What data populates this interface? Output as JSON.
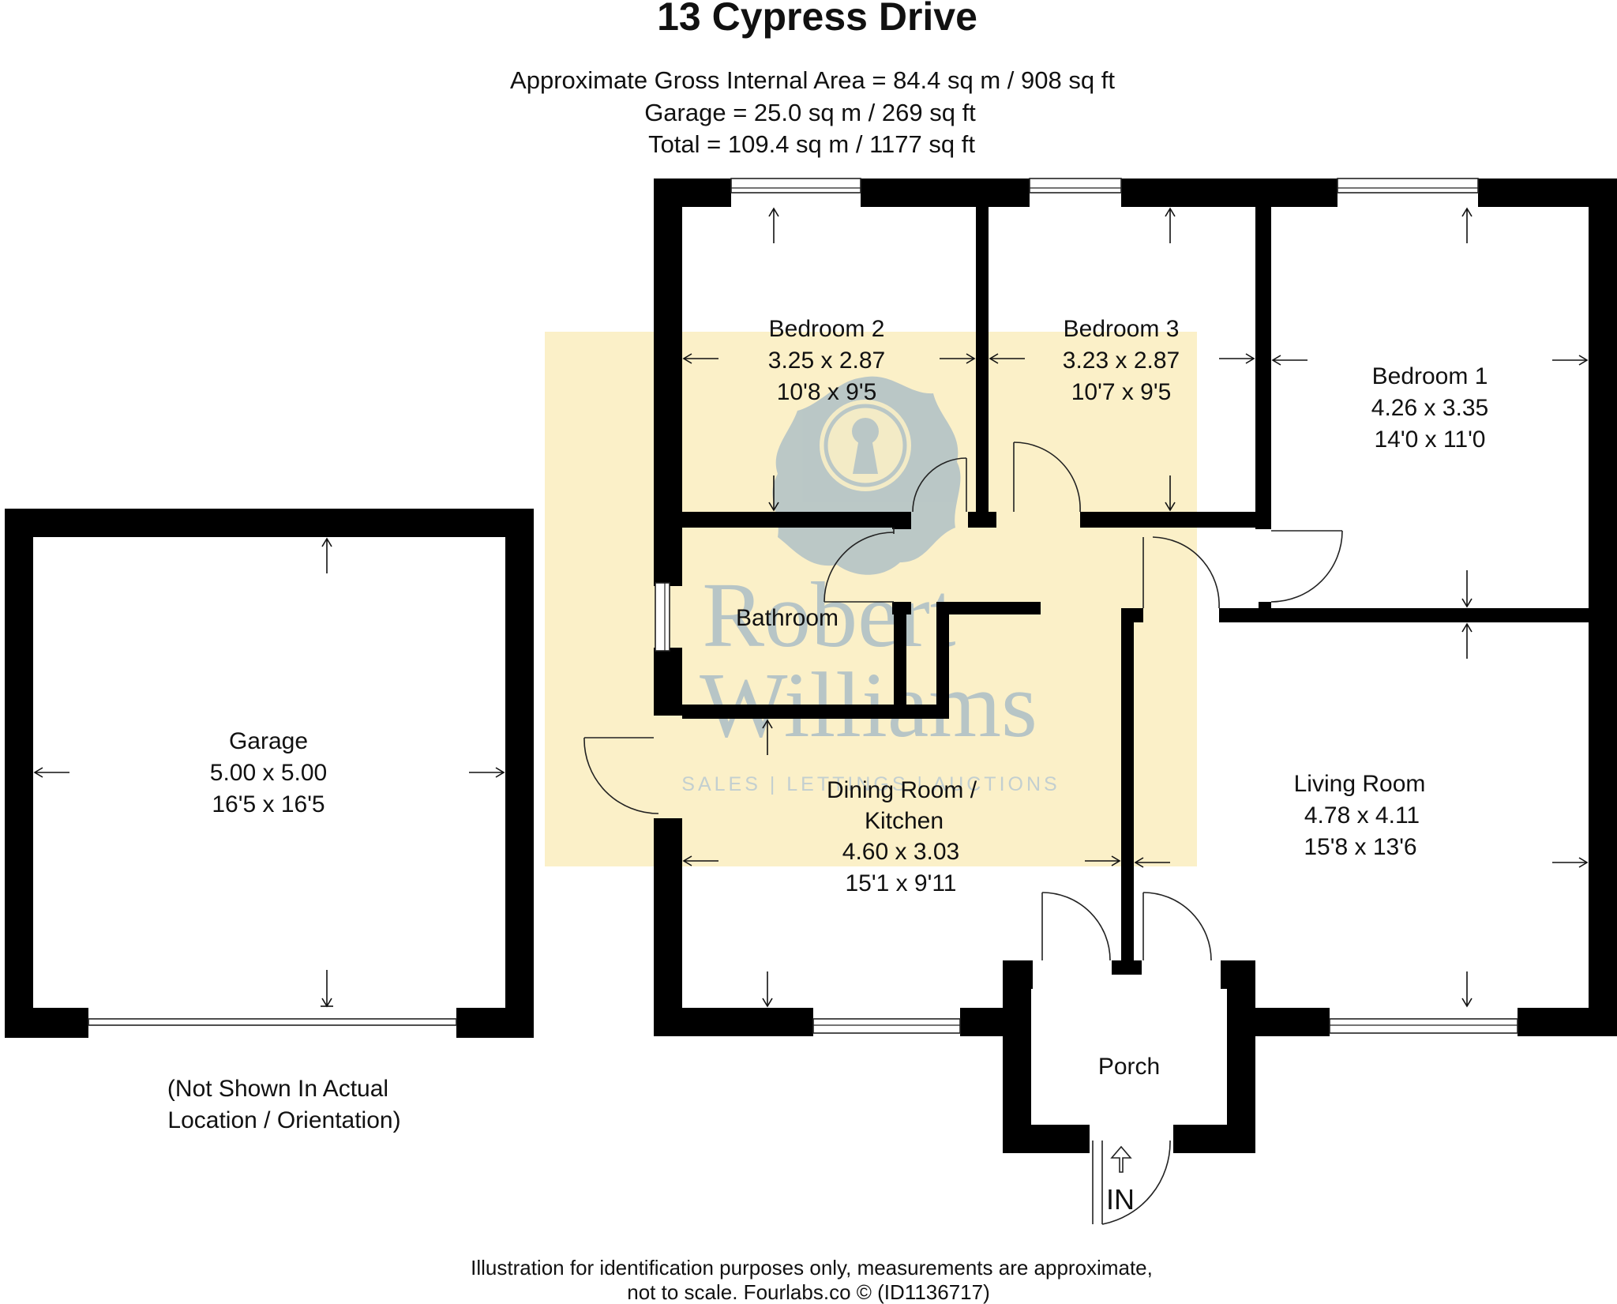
{
  "header": {
    "title": "13 Cypress Drive",
    "area_lines": [
      "Approximate Gross Internal Area = 84.4 sq m / 908 sq ft",
      "Garage = 25.0 sq m / 269 sq ft",
      "Total = 109.4 sq m / 1177 sq ft"
    ]
  },
  "rooms": {
    "bedroom2": {
      "name": "Bedroom 2",
      "metric": "3.25 x 2.87",
      "imperial": "10'8 x 9'5"
    },
    "bedroom3": {
      "name": "Bedroom 3",
      "metric": "3.23 x 2.87",
      "imperial": "10'7 x 9'5"
    },
    "bedroom1": {
      "name": "Bedroom 1",
      "metric": "4.26 x 3.35",
      "imperial": "14'0 x 11'0"
    },
    "bathroom": {
      "name": "Bathroom"
    },
    "dining": {
      "name_line1": "Dining Room /",
      "name_line2": "Kitchen",
      "metric": "4.60 x 3.03",
      "imperial": "15'1 x 9'11"
    },
    "living": {
      "name": "Living Room",
      "metric": "4.78 x 4.11",
      "imperial": "15'8 x 13'6"
    },
    "porch": {
      "name": "Porch"
    },
    "garage": {
      "name": "Garage",
      "metric": "5.00 x 5.00",
      "imperial": "16'5 x 16'5"
    }
  },
  "garage_note": [
    "(Not Shown In Actual",
    "Location / Orientation)"
  ],
  "entrance_label": "IN",
  "watermark": {
    "brand_line1": "Robert",
    "brand_line2": "Williams",
    "tagline": "SALES | LETTINGS | AUCTIONS"
  },
  "footer": [
    "Illustration for identification purposes only, measurements are approximate,",
    "not to scale. Fourlabs.co © (ID1136717)"
  ],
  "colors": {
    "wall": "#000000",
    "watermark_panel": "#fbf0c8",
    "watermark_logo": "#b7c5c6"
  }
}
